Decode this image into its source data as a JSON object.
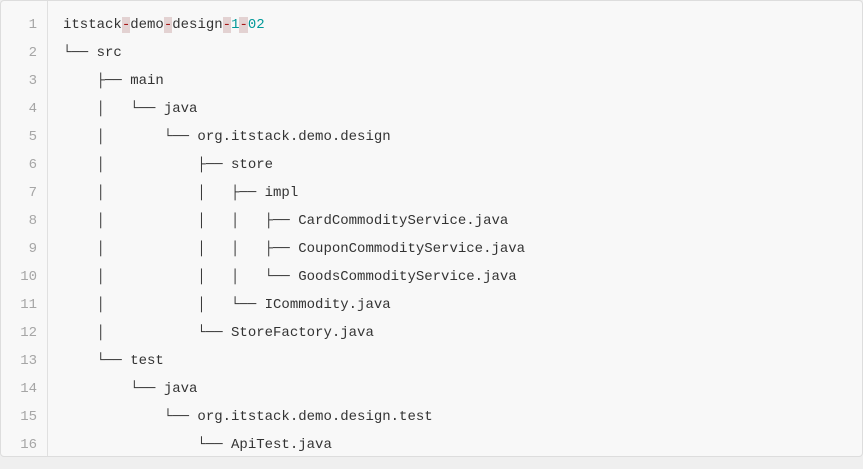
{
  "page": {
    "background": "#efefef"
  },
  "code_block": {
    "background": "#f8f8f8",
    "border_color": "#dddddd",
    "gutter": {
      "separator_color": "#e0e0e0",
      "number_color": "#a6a6a6"
    },
    "syntax_colors": {
      "plain": "#333333",
      "number": "#009999",
      "error": "#a61717",
      "error_background": "#e3d2d2"
    },
    "lines": [
      {
        "num": "1",
        "tokens": [
          {
            "text": "itstack",
            "type": "plain"
          },
          {
            "text": "-",
            "type": "error"
          },
          {
            "text": "demo",
            "type": "plain"
          },
          {
            "text": "-",
            "type": "error"
          },
          {
            "text": "design",
            "type": "plain"
          },
          {
            "text": "-",
            "type": "error"
          },
          {
            "text": "1",
            "type": "number"
          },
          {
            "text": "-",
            "type": "error"
          },
          {
            "text": "02",
            "type": "number"
          }
        ]
      },
      {
        "num": "2",
        "tokens": [
          {
            "text": "└── src",
            "type": "plain"
          }
        ]
      },
      {
        "num": "3",
        "tokens": [
          {
            "text": "    ├── main",
            "type": "plain"
          }
        ]
      },
      {
        "num": "4",
        "tokens": [
          {
            "text": "    │   └── java",
            "type": "plain"
          }
        ]
      },
      {
        "num": "5",
        "tokens": [
          {
            "text": "    │       └── org.itstack.demo.design",
            "type": "plain"
          }
        ]
      },
      {
        "num": "6",
        "tokens": [
          {
            "text": "    │           ├── store",
            "type": "plain"
          }
        ]
      },
      {
        "num": "7",
        "tokens": [
          {
            "text": "    │           │   ├── impl",
            "type": "plain"
          }
        ]
      },
      {
        "num": "8",
        "tokens": [
          {
            "text": "    │           │   │   ├── CardCommodityService.java",
            "type": "plain"
          }
        ]
      },
      {
        "num": "9",
        "tokens": [
          {
            "text": "    │           │   │   ├── CouponCommodityService.java",
            "type": "plain"
          }
        ]
      },
      {
        "num": "10",
        "tokens": [
          {
            "text": "    │           │   │   └── GoodsCommodityService.java",
            "type": "plain"
          }
        ]
      },
      {
        "num": "11",
        "tokens": [
          {
            "text": "    │           │   └── ICommodity.java",
            "type": "plain"
          }
        ]
      },
      {
        "num": "12",
        "tokens": [
          {
            "text": "    │           └── StoreFactory.java",
            "type": "plain"
          }
        ]
      },
      {
        "num": "13",
        "tokens": [
          {
            "text": "    └── test",
            "type": "plain"
          }
        ]
      },
      {
        "num": "14",
        "tokens": [
          {
            "text": "        └── java",
            "type": "plain"
          }
        ]
      },
      {
        "num": "15",
        "tokens": [
          {
            "text": "            └── org.itstack.demo.design.test",
            "type": "plain"
          }
        ]
      },
      {
        "num": "16",
        "tokens": [
          {
            "text": "                └── ApiTest.java",
            "type": "plain"
          }
        ]
      }
    ]
  }
}
